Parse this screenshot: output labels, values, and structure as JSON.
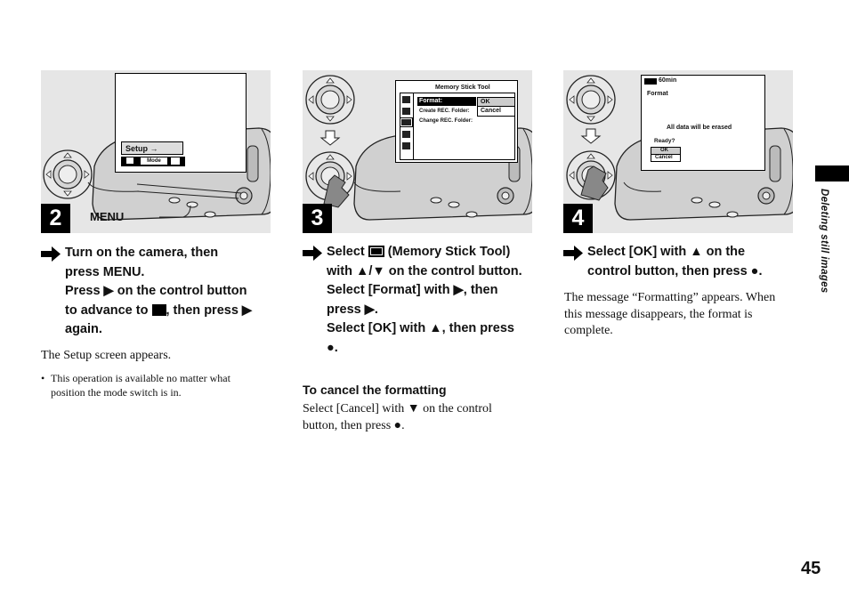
{
  "step2": {
    "number": "2",
    "callout": "MENU",
    "lcd": {
      "menu_label": "Setup →",
      "mode_label": "Mode"
    },
    "instruction": {
      "line1": "Turn on the camera, then",
      "line2": "press MENU.",
      "line3a": "Press",
      "line3b": "on the control button",
      "line4a": "to advance to",
      "line4b": ", then press",
      "line5": "again."
    },
    "body": "The Setup screen appears.",
    "note_bullet": "•",
    "note_line1": "This operation is available no matter what",
    "note_line2": "position the mode switch is in."
  },
  "step3": {
    "number": "3",
    "lcd": {
      "title": "Memory Stick Tool",
      "row1": "Format:",
      "row2": "Create REC. Folder:",
      "row3": "Change REC. Folder:",
      "opt1": "OK",
      "opt2": "Cancel"
    },
    "instruction": {
      "line1a": "Select",
      "line1b": "(Memory Stick Tool)",
      "line2a": "with",
      "line2b": "on the control button.",
      "line3a": "Select [Format] with",
      "line3b": ", then",
      "line4a": "press",
      "line4b": ".",
      "line5a": "Select [OK] with",
      "line5b": ", then press",
      "line6": "."
    },
    "subhead": "To cancel the formatting",
    "body_line1a": "Select [Cancel] with",
    "body_line1b": "on the control",
    "body_line2a": "button, then press",
    "body_line2b": "."
  },
  "step4": {
    "number": "4",
    "lcd": {
      "battery": "60min",
      "title": "Format",
      "message": "All data will be erased",
      "ready": "Ready?",
      "opt1": "OK",
      "opt2": "Cancel"
    },
    "instruction": {
      "line1a": "Select [OK] with",
      "line1b": "on the",
      "line2a": "control button, then press",
      "line2b": "."
    },
    "body_line1": "The message “Formatting” appears. When",
    "body_line2": "this message disappears, the format is",
    "body_line3": "complete."
  },
  "side_label": "Deleting still images",
  "page_number": "45"
}
